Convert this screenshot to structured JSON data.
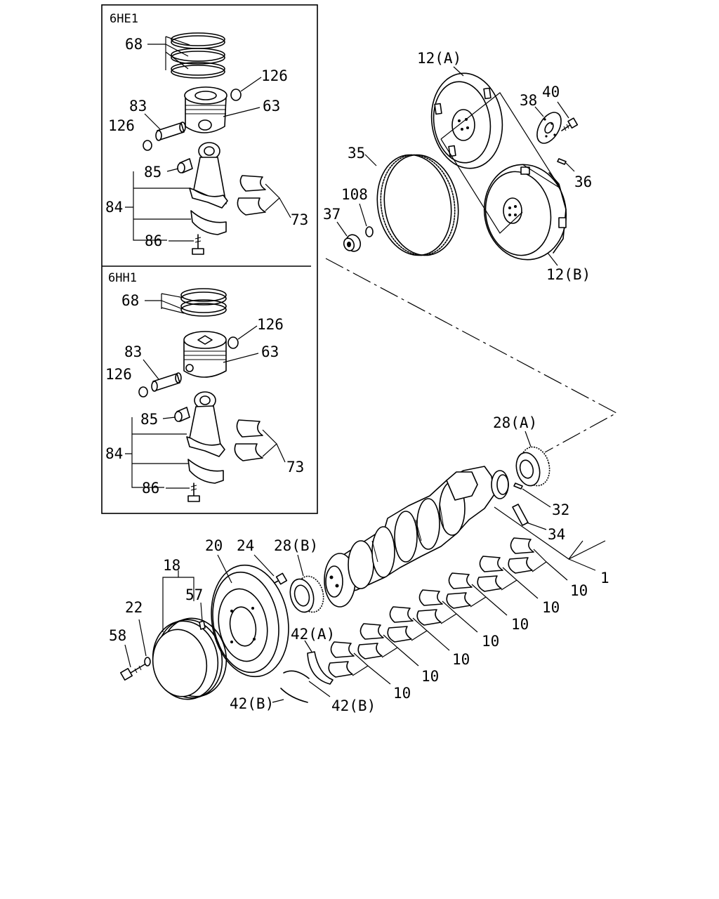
{
  "insets": [
    {
      "title": "6HE1",
      "labels": {
        "rings": "68",
        "snap_ring": "126",
        "pin": "83",
        "piston": "63",
        "snap_ring_left": "126",
        "bushing": "85",
        "rod": "84",
        "bearing": "73",
        "bolt": "86"
      }
    },
    {
      "title": "6HH1",
      "labels": {
        "rings": "68",
        "snap_ring": "126",
        "pin": "83",
        "piston": "63",
        "snap_ring_left": "126",
        "bushing": "85",
        "rod": "84",
        "bearing": "73",
        "bolt": "86"
      }
    }
  ],
  "labels": {
    "flywheel_a": "12(A)",
    "flywheel_b": "12(B)",
    "plate": "38",
    "bolt_40": "40",
    "pin_36": "36",
    "ring_gear": "35",
    "ring_108": "108",
    "bearing_37": "37",
    "gear_28a": "28(A)",
    "key_32": "32",
    "pin_34": "34",
    "crankshaft": "1",
    "pulley_18": "18",
    "damper_20": "20",
    "bolt_24": "24",
    "gear_28b": "28(B)",
    "key_57": "57",
    "washer_22": "22",
    "bolt_58": "58",
    "thrust_42a": "42(A)",
    "thrust_42b_left": "42(B)",
    "thrust_42b_right": "42(B)",
    "main_bearings": [
      "10",
      "10",
      "10",
      "10",
      "10",
      "10",
      "10"
    ]
  }
}
